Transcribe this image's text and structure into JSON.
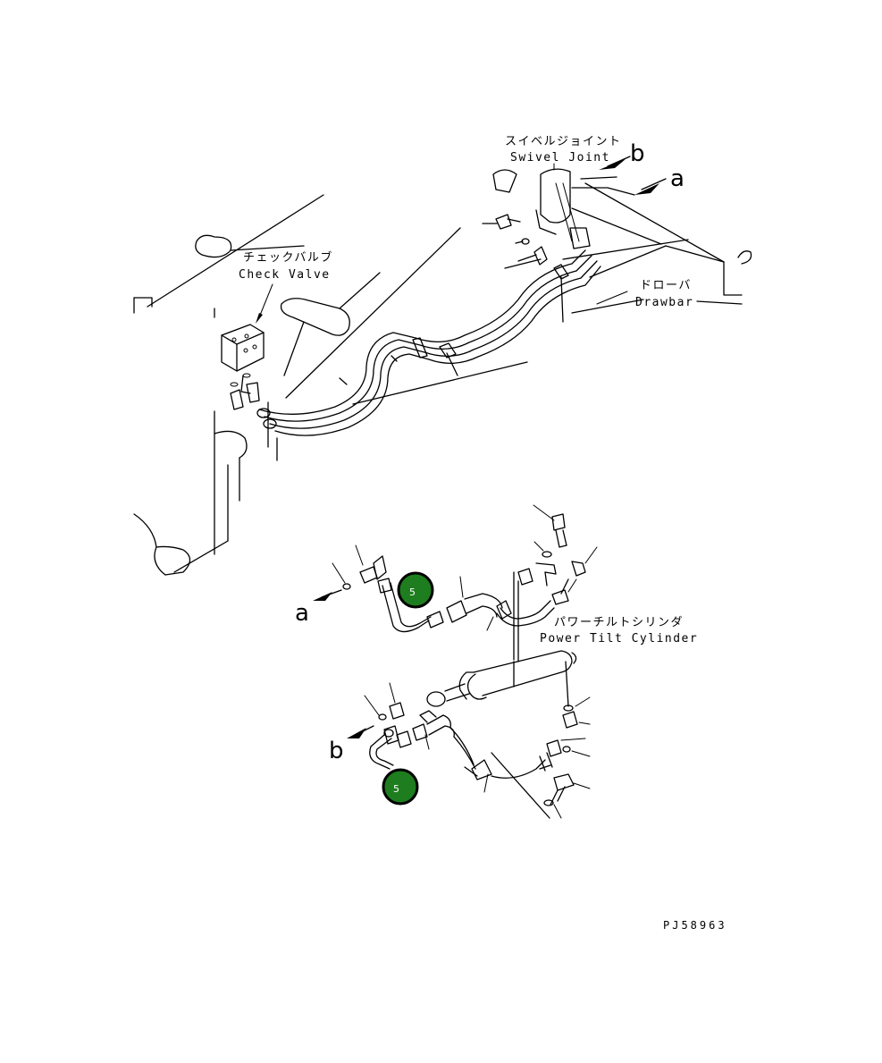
{
  "labels": {
    "swivel_joint_jp": "スイベルジョイント",
    "swivel_joint_en": "Swivel Joint",
    "check_valve_jp": "チェックバルブ",
    "check_valve_en": "Check Valve",
    "drawbar_jp": "ドローバ",
    "drawbar_en": "Drawbar",
    "power_tilt_jp": "パワーチルトシリンダ",
    "power_tilt_en": "Power Tilt Cylinder"
  },
  "markers": {
    "a_top": "a",
    "b_top": "b",
    "a_bottom": "a",
    "b_bottom": "b"
  },
  "callouts": [
    {
      "number": "5"
    },
    {
      "number": "5"
    }
  ],
  "drawing_code": "PJ58963",
  "colors": {
    "badge_fill": "#1e7d1e",
    "badge_ring": "#000000",
    "line": "#000000",
    "background": "#ffffff"
  }
}
